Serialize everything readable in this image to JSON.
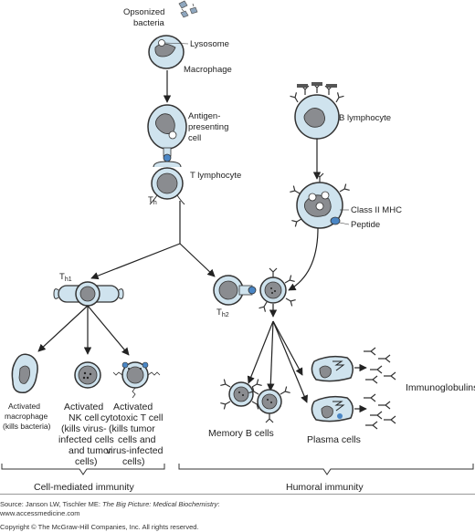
{
  "colors": {
    "cell_fill": "#cfe3ee",
    "cell_stroke": "#333333",
    "nucleus": "#8a8c90",
    "receptor_blue": "#4a86c5",
    "bacteria": "#8fa7bf"
  },
  "labels": {
    "opsonized_bacteria_1": "Opsonized",
    "opsonized_bacteria_2": "bacteria",
    "lysosome": "Lysosome",
    "macrophage": "Macrophage",
    "apc_1": "Antigen-",
    "apc_2": "presenting",
    "apc_3": "cell",
    "t_lymphocyte": "T lymphocyte",
    "th": "T",
    "th_sub": "h",
    "b_lymphocyte": "B lymphocyte",
    "class2_mhc": "Class II MHC",
    "peptide": "Peptide",
    "th1": "T",
    "th1_sub": "h1",
    "th2": "T",
    "th2_sub": "h2",
    "activated_macrophage_1": "Activated",
    "activated_macrophage_2": "macrophage",
    "activated_macrophage_3": "(kills bacteria)",
    "nk_1": "Activated",
    "nk_2": "NK cell",
    "nk_3": "(kills virus-",
    "nk_4": "infected cells",
    "nk_5": "and tumor",
    "nk_6": "cells)",
    "ctl_1": "Activated",
    "ctl_2": "cytotoxic T cell",
    "ctl_3": "(kills tumor",
    "ctl_4": "cells and",
    "ctl_5": "virus-infected",
    "ctl_6": "cells)",
    "memory_b": "Memory B cells",
    "plasma": "Plasma cells",
    "immunoglobulins": "Immunoglobulins",
    "cell_mediated": "Cell-mediated immunity",
    "humoral": "Humoral immunity"
  },
  "footer": {
    "source_prefix": "Source: Janson LW, Tischler ME: ",
    "source_title": "The Big Picture: Medical Biochemistry",
    "source_suffix": ":",
    "source_url": "www.accessmedicine.com",
    "copyright": "Copyright © The McGraw-Hill Companies, Inc. All rights reserved."
  }
}
